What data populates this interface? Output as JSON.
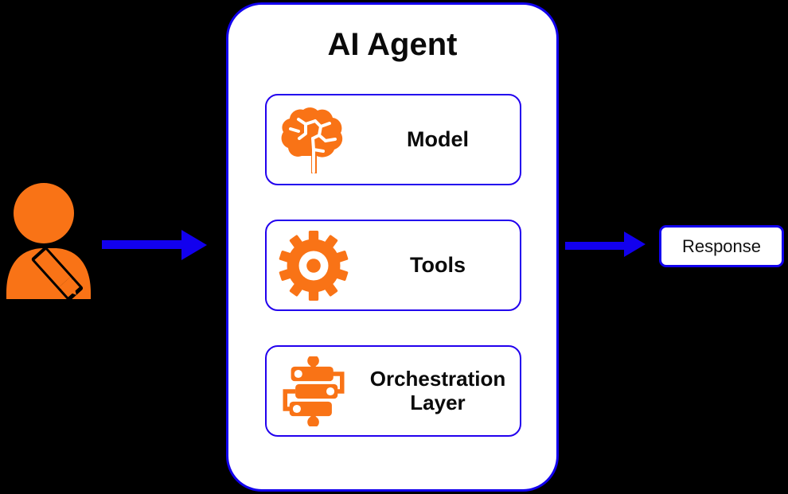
{
  "diagram": {
    "background_color": "#000000",
    "accent_orange": "#F97316",
    "accent_blue": "#1200EE",
    "panel_fill": "#FFFFFF"
  },
  "actor": {
    "icon": "user-with-pencil-icon",
    "label": ""
  },
  "flow": {
    "input_arrow": {
      "icon": "right-arrow-icon",
      "label": ""
    },
    "output_arrow": {
      "icon": "right-arrow-icon",
      "label": ""
    }
  },
  "agent": {
    "title": "AI Agent",
    "components": [
      {
        "label": "Model",
        "icon": "brain-icon"
      },
      {
        "label": "Tools",
        "icon": "gear-icon"
      },
      {
        "label": "Orchestration Layer",
        "icon": "orchestration-server-stack-icon"
      }
    ]
  },
  "response": {
    "label": "Response"
  }
}
